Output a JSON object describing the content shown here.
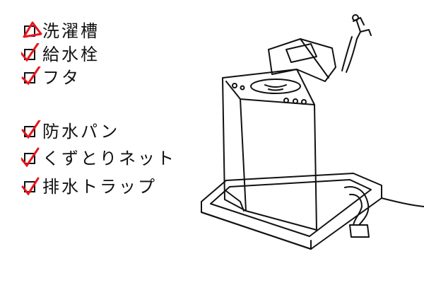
{
  "checklist": {
    "group1": [
      {
        "label": "洗濯槽",
        "mark": "triangle"
      },
      {
        "label": "給水栓",
        "mark": "check"
      },
      {
        "label": "フタ",
        "mark": "check"
      }
    ],
    "group2": [
      {
        "label": "防水パン",
        "mark": "check"
      },
      {
        "label": "くずとりネット",
        "mark": "check"
      },
      {
        "label": "排水トラップ",
        "mark": "check"
      }
    ]
  },
  "colors": {
    "mark": "#e8141b",
    "ink": "#111111"
  }
}
